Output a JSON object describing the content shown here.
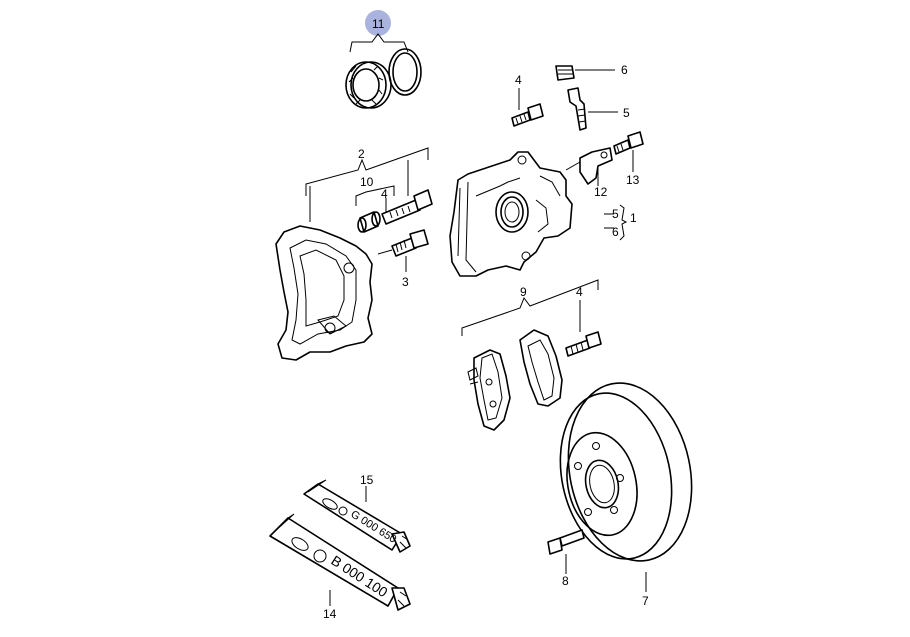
{
  "labels": {
    "l1": "1",
    "l2": "2",
    "l3": "3",
    "l4a": "4",
    "l4b": "4",
    "l4c": "4",
    "l5a": "5",
    "l5b": "5",
    "l6a": "6",
    "l6b": "6",
    "l7": "7",
    "l8": "8",
    "l9": "9",
    "l10": "10",
    "l11": "11",
    "l12": "12",
    "l13": "13",
    "l14": "14",
    "l15": "15"
  },
  "tubes": {
    "tube15_text": "G 000 650",
    "tube14_text": "B 000 100"
  },
  "colors": {
    "highlight_circle": "#aab3dd",
    "line": "#000000"
  }
}
